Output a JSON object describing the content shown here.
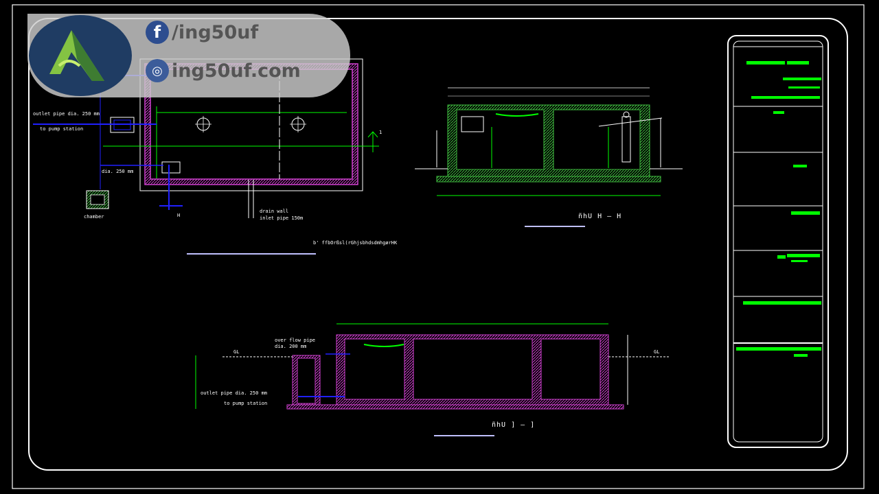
{
  "watermark": {
    "facebook_handle": "/ing50uf",
    "website": "ing50uf.com",
    "facebook_icon": "facebook-icon",
    "web_icon": "globe-icon"
  },
  "plan_view": {
    "label_outlet_left": "outlet pipe dia. 250 mm",
    "label_to_pump_left": "to pump station",
    "label_inlet": "dia. 250 mm",
    "label_chamber": "chamber",
    "label_drain": "drain wall",
    "label_inlet_pipe": "inlet pipe 150m",
    "label_section_mark_1": "1",
    "label_section_mark_H": "H",
    "caption": "b' ffbOrßsl(rGhjsbhdsdmhgørHK"
  },
  "section_h": {
    "title": "ñhU H  –  H"
  },
  "section_1": {
    "label_overflow": "over flow pipe",
    "label_overflow_dia": "dia. 200 mm",
    "label_outlet": "outlet pipe dia. 250 mm",
    "label_to_pump": "to pump station",
    "label_gl_left": "GL",
    "label_gl_right": "GL",
    "title": "ñhU ]  –  ]"
  },
  "colors": {
    "background": "#000000",
    "frame": "#ffffff",
    "wall": "#d040d0",
    "hatch": "#40c040",
    "dimension": "#00ff00",
    "pipe": "#2020ff"
  }
}
